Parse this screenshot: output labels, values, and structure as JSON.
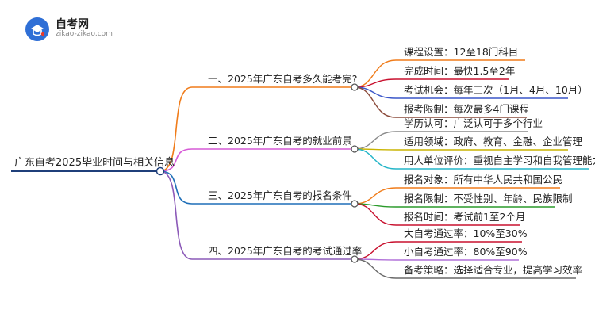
{
  "brand": {
    "name": "自考网",
    "url": "zikao-zikao.com"
  },
  "mindmap": {
    "root": "广东自考2025毕业时间与相关信息",
    "branches": [
      {
        "label": "一、2025年广东自考多久能考完?",
        "color": "#f07c1a",
        "leaves": [
          {
            "text": "课程设置：12至18门科目",
            "color": "#f07c1a"
          },
          {
            "text": "完成时间：最快1.5至2年",
            "color": "#c8102e"
          },
          {
            "text": "考试机会：每年三次（1月、4月、10月）",
            "color": "#3a56c9"
          },
          {
            "text": "报考限制：每次最多4门课程",
            "color": "#8b4a3a"
          }
        ]
      },
      {
        "label": "二、2025年广东自考的就业前景",
        "color": "#d65ad6",
        "leaves": [
          {
            "text": "学历认可：广泛认可于多个行业",
            "color": "#8a8a8a"
          },
          {
            "text": "适用领域：政府、教育、金融、企业管理",
            "color": "#c9b400"
          },
          {
            "text": "用人单位评价：重视自主学习和自我管理能力",
            "color": "#23b5c8"
          }
        ]
      },
      {
        "label": "三、2025年广东自考的报名条件",
        "color": "#1f6fb8",
        "leaves": [
          {
            "text": "报名对象：所有中华人民共和国公民",
            "color": "#f07c1a"
          },
          {
            "text": "报名限制：不受性别、年龄、民族限制",
            "color": "#2a9a2a"
          },
          {
            "text": "报名时间：考试前1至2个月",
            "color": "#c8102e"
          }
        ]
      },
      {
        "label": "四、2025年广东自考的考试通过率",
        "color": "#8c5ab8",
        "leaves": [
          {
            "text": "大自考通过率：10%至30%",
            "color": "#c8102e"
          },
          {
            "text": "小自考通过率：80%至90%",
            "color": "#b070d8"
          },
          {
            "text": "备考策略：选择适合专业，提高学习效率",
            "color": "#6a6a6a"
          }
        ]
      }
    ]
  }
}
